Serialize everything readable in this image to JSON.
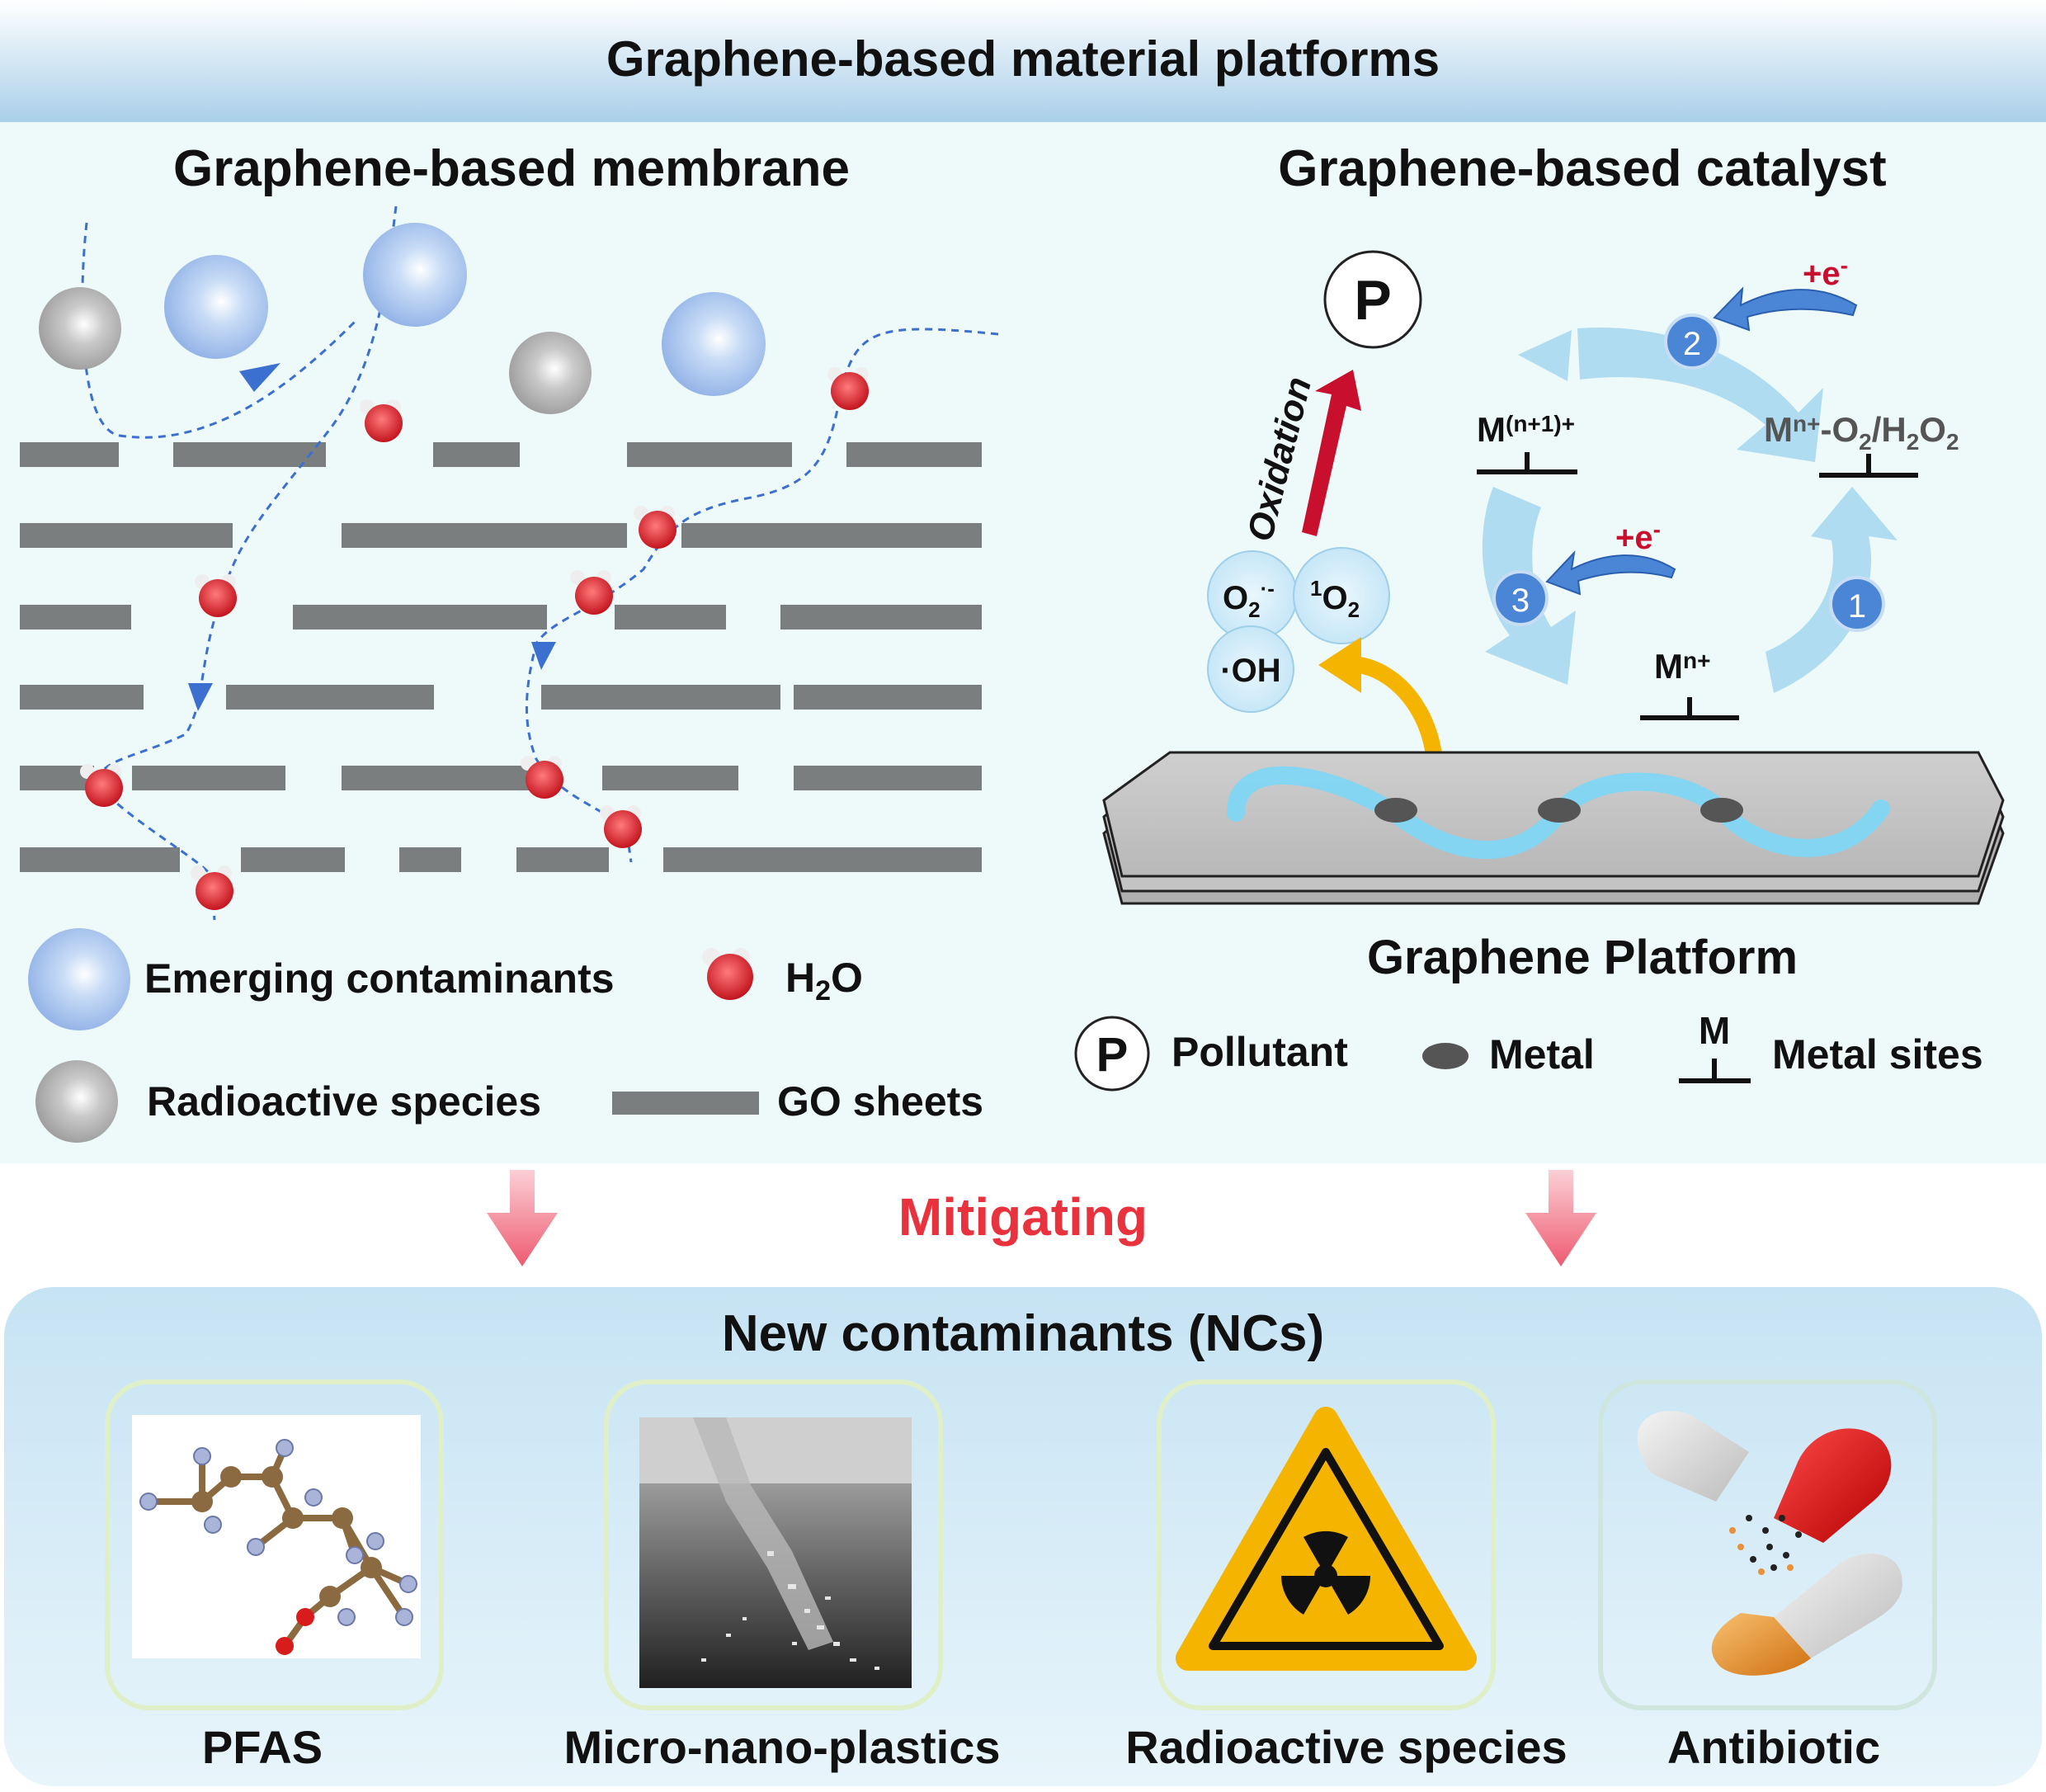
{
  "header": {
    "title": "Graphene-based material platforms"
  },
  "membrane": {
    "title": "Graphene-based membrane",
    "legend": {
      "emerging": "Emerging contaminants",
      "h2o_main": "H",
      "h2o_sub": "2",
      "h2o_end": "O",
      "radioactive": "Radioactive species",
      "go_sheets": "GO sheets"
    }
  },
  "catalyst": {
    "title": "Graphene-based catalyst",
    "pollutant_symbol": "P",
    "oxidation": "Oxidation",
    "ros": {
      "superoxide_main": "O",
      "superoxide_sub": "2",
      "superoxide_sup": "·-",
      "singlet_sup": "1",
      "singlet_main": "O",
      "singlet_sub": "2",
      "hydroxyl": "·OH"
    },
    "cycle": {
      "step1": "1",
      "step2": "2",
      "step3": "3",
      "electron_label": "+e",
      "electron_sup": "-",
      "m_main": "M",
      "m_oxidized_sup": "(n+1)+",
      "m_n_sup": "n+",
      "complex_sup": "n+",
      "complex_a": "-O",
      "complex_sub1": "2",
      "complex_b": "/H",
      "complex_sub2": "2",
      "complex_c": "O",
      "complex_sub3": "2"
    },
    "platform_label": "Graphene Platform",
    "legend": {
      "pollutant": "Pollutant",
      "metal": "Metal",
      "metal_sites_symbol": "M",
      "metal_sites": "Metal sites"
    }
  },
  "mitigating": "Mitigating",
  "new_contaminants": {
    "title": "New contaminants (NCs)",
    "items": [
      "PFAS",
      "Micro-nano-plastics",
      "Radioactive species",
      "Antibiotic"
    ]
  },
  "colors": {
    "header_top": "#ffffff",
    "header_bottom": "#a9cfe9",
    "panel_bg": "#eefaf9",
    "go_sheet": "#7a7e7f",
    "water_red": "#d8232f",
    "mitigating": "#e8323e",
    "arrow_pink": "#f06a7c",
    "oxidation_red": "#c8102e",
    "cycle_blue": "#a9d8f0",
    "badge_blue": "#4b86d6",
    "yellow": "#f5b400"
  }
}
